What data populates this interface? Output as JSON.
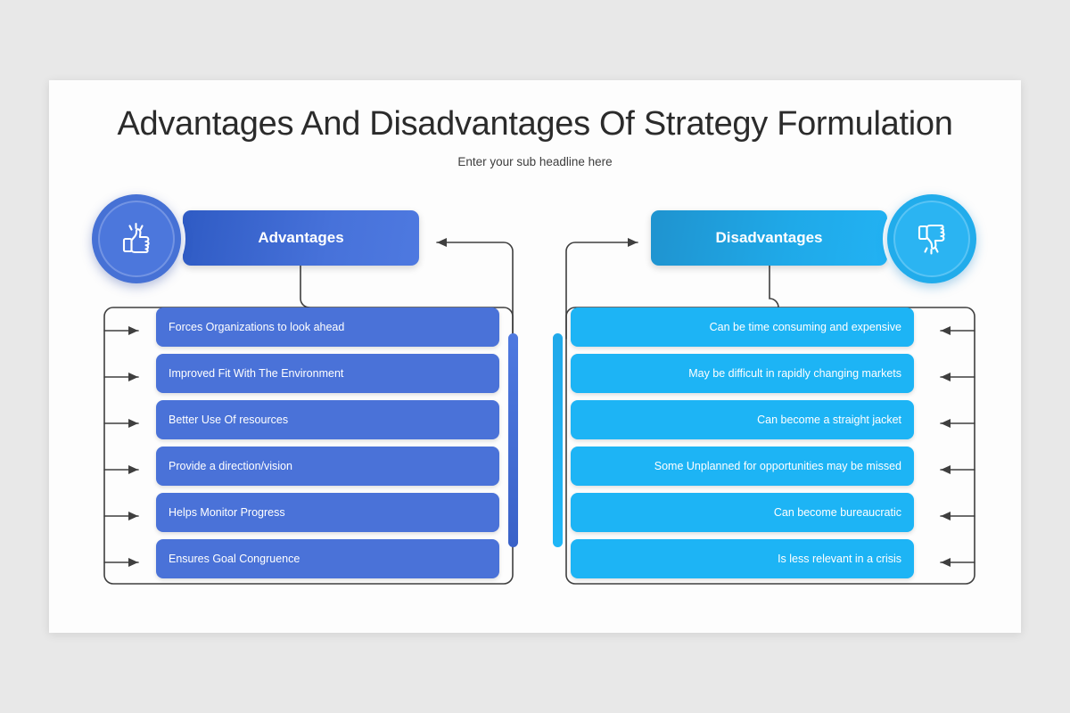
{
  "slide": {
    "title": "Advantages And Disadvantages Of Strategy Formulation",
    "subtitle": "Enter your sub headline here"
  },
  "colors": {
    "background": "#e8e8e8",
    "slide_background": "#fdfdfd",
    "left_accent": "#4a72d8",
    "left_header_dark": "#2f5bc4",
    "left_icon": "#4671d5",
    "right_accent": "#1db4f5",
    "right_header_dark": "#1f93cf",
    "right_icon": "#21aceb",
    "connector_line": "#3f3f3f",
    "text_light": "#ffffff",
    "title_text": "#2b2b2b"
  },
  "left_column": {
    "header_label": "Advantages",
    "icon": "thumbs-up-icon",
    "items": [
      {
        "label": "Forces Organizations to look ahead"
      },
      {
        "label": "Improved Fit With The Environment"
      },
      {
        "label": "Better Use Of resources"
      },
      {
        "label": "Provide a direction/vision"
      },
      {
        "label": "Helps Monitor Progress"
      },
      {
        "label": "Ensures Goal Congruence"
      }
    ]
  },
  "right_column": {
    "header_label": "Disadvantages",
    "icon": "thumbs-down-icon",
    "items": [
      {
        "label": "Can be time consuming and expensive"
      },
      {
        "label": "May be difficult in rapidly changing markets"
      },
      {
        "label": "Can become a straight jacket"
      },
      {
        "label": "Some Unplanned for opportunities may be missed"
      },
      {
        "label": "Can become bureaucratic"
      },
      {
        "label": "Is less relevant in a crisis"
      }
    ]
  }
}
